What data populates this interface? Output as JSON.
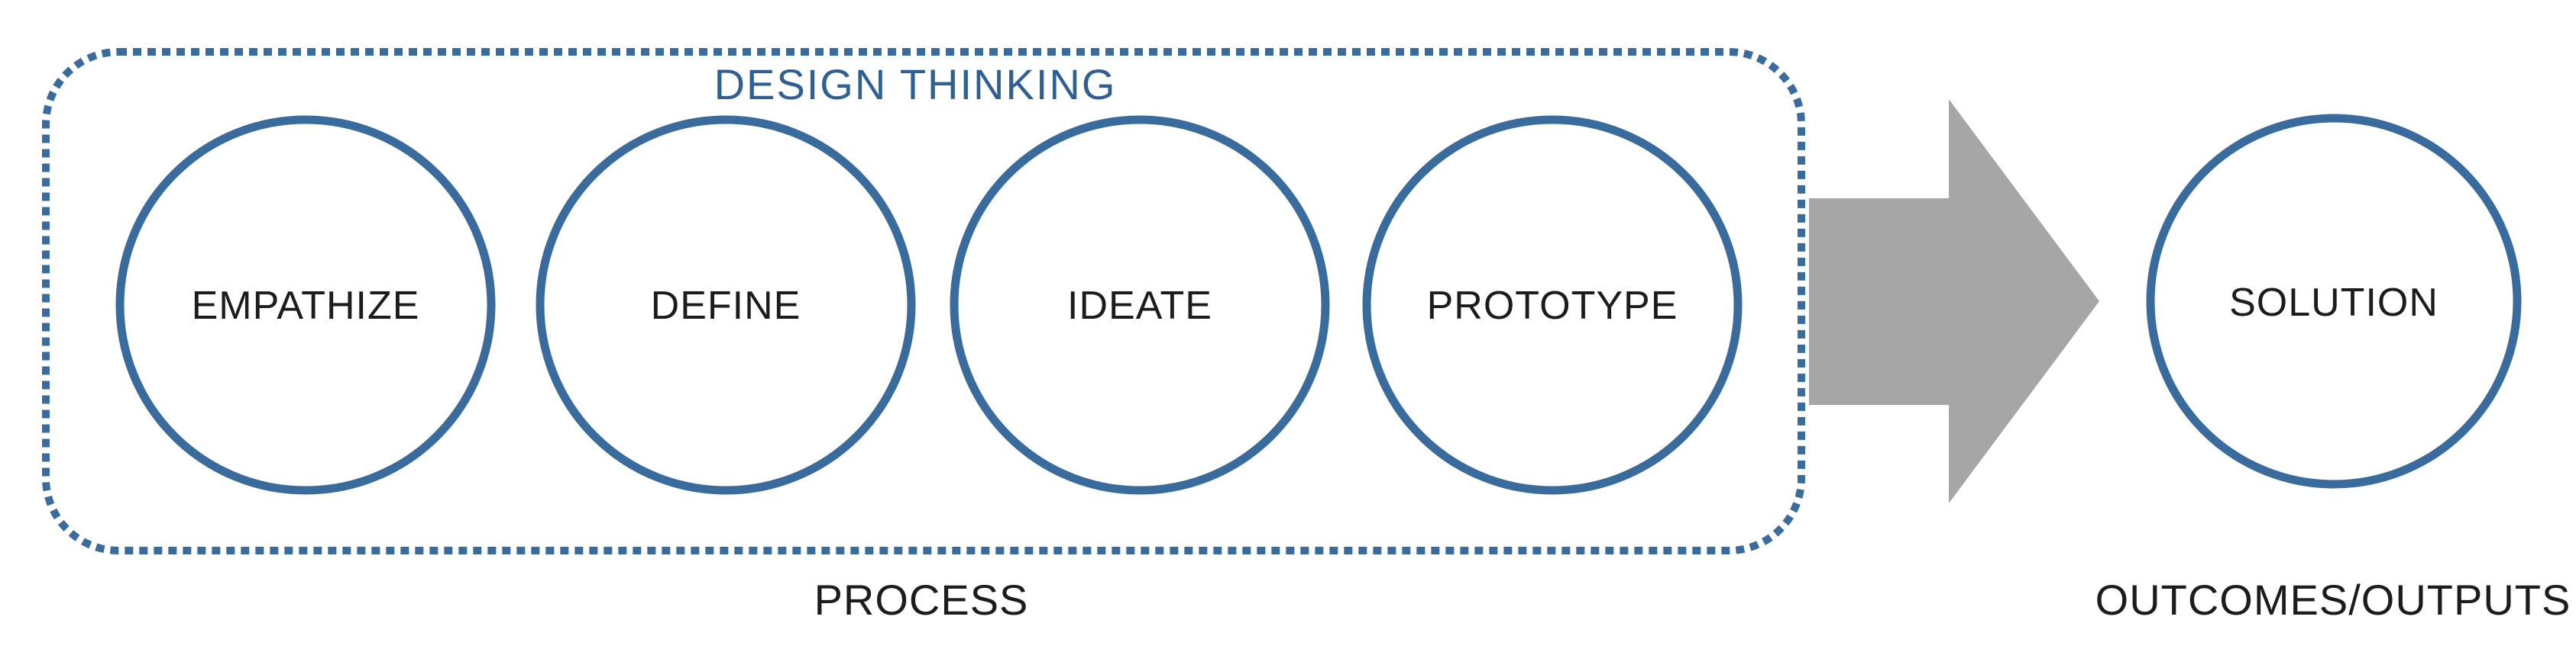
{
  "diagram": {
    "title": "DESIGN THINKING",
    "stages": [
      "EMPATHIZE",
      "DEFINE",
      "IDEATE",
      "PROTOTYPE"
    ],
    "solution_label": "SOLUTION",
    "captions": {
      "process": "PROCESS",
      "outcomes": "OUTCOMES/OUTPUTS"
    },
    "colors": {
      "outline_blue": "#3a6b9d",
      "title_blue": "#2f6093",
      "arrow_gray": "#a6a6a6",
      "label_text": "#1c1c1c"
    }
  }
}
